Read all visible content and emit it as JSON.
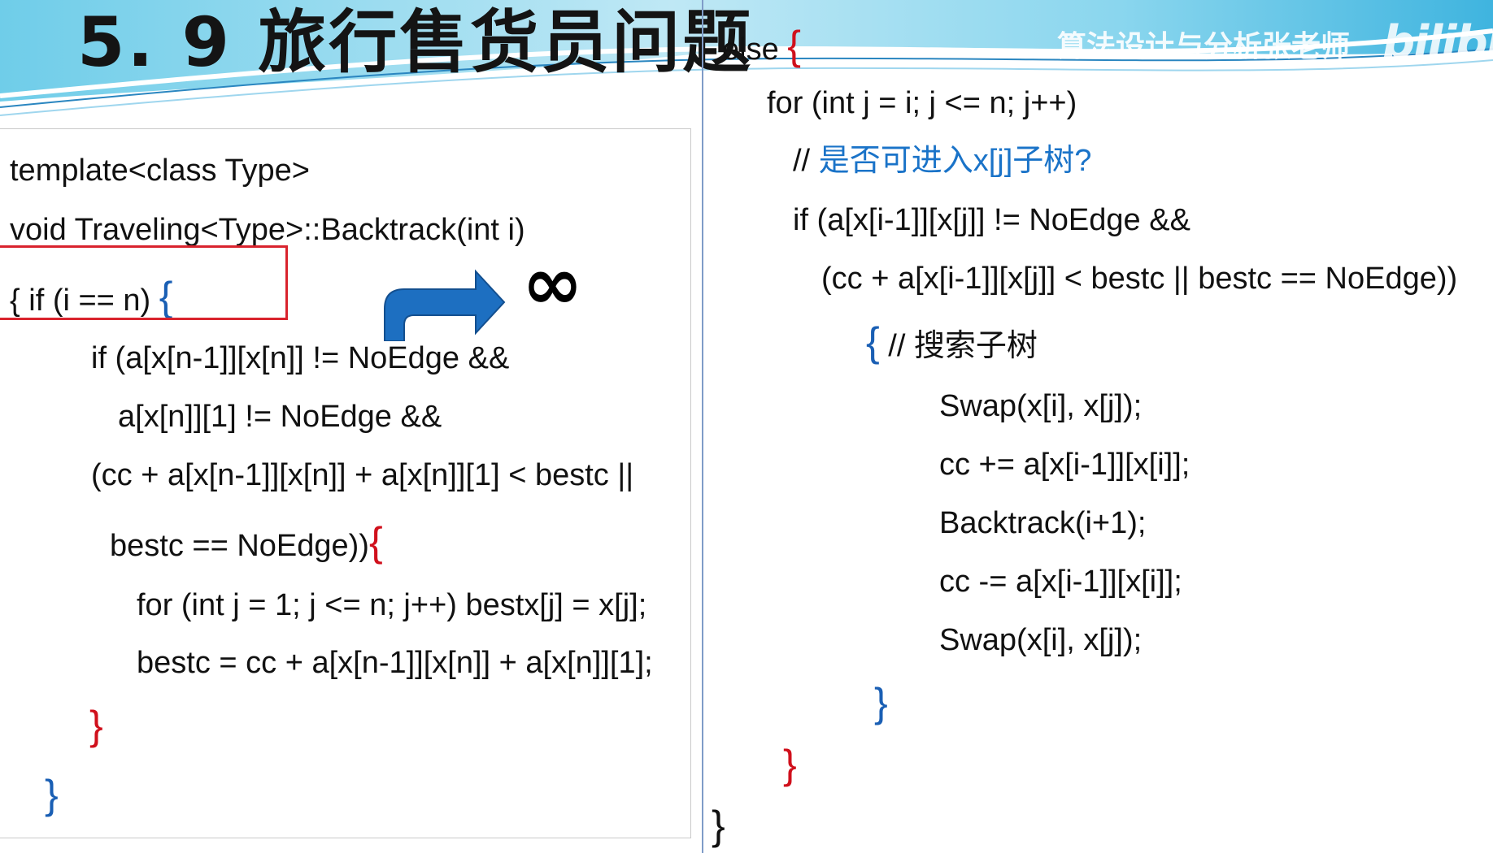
{
  "slide": {
    "title": "5. 9  旅行售货员问题",
    "watermark_text": "算法设计与分析张老师",
    "watermark_logo": "bilibili"
  },
  "left_code": {
    "line1": "template<class Type>",
    "line2_prefix": "void Traveling<Type>::",
    "line2_fn": "Backtrack",
    "line2_suffix": "(int i)",
    "line3_open": "{",
    "line3_code": "if (i == n) ",
    "line3_brace": "{",
    "line4": "if (a[x[n-1]][x[n]] != NoEdge &&",
    "line5": "a[x[n]][1] != NoEdge &&",
    "line6": "(cc + a[x[n-1]][x[n]] + a[x[n]][1] < bestc ||",
    "line7_code": "bestc == NoEdge))",
    "line7_brace": "{",
    "line8": "for (int j = 1; j <= n; j++) bestx[j] = x[j];",
    "line9": "bestc = cc + a[x[n-1]][x[n]] + a[x[n]][1];",
    "close_red": "}",
    "close_blue": "}"
  },
  "annotation": {
    "infinity": "∞"
  },
  "right_code": {
    "else_kw": "else ",
    "else_brace": "{",
    "for_line": "for (int j = i; j <= n; j++)",
    "comment1_slashes": "// ",
    "comment1_text": "是否可进入x[j]子树?",
    "if_line1": "if (a[x[i-1]][x[j]] != NoEdge &&",
    "if_line2": "(cc + a[x[i-1]][x[j]] < bestc || bestc == NoEdge))",
    "block_brace": "{",
    "comment2": " // 搜索子树",
    "swap1": "Swap(x[i], x[j]);",
    "cc_add": "cc += a[x[i-1]][x[i]];",
    "recurse": "Backtrack(i+1);",
    "cc_sub": "cc -= a[x[i-1]][x[i]];",
    "swap2": "Swap(x[i], x[j]);",
    "close_blue": "}",
    "close_red": "}",
    "close_final": "}"
  },
  "colors": {
    "keyword_red": "#d0101c",
    "brace_blue": "#1a5fb4",
    "comment_blue": "#1a73c8",
    "header_sky": "#5fc3e6",
    "highlight_box": "#d9232d",
    "arrow_blue": "#1d6fc1"
  }
}
